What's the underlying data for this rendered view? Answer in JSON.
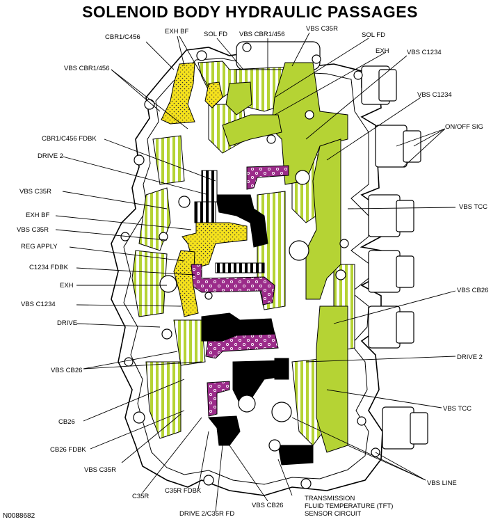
{
  "title": "SOLENOID BODY HYDRAULIC PASSAGES",
  "figure_code": "N0088682",
  "colors": {
    "green": "#b5d334",
    "yellow": "#f6e21c",
    "purple": "#9b2c8a",
    "black": "#000000"
  },
  "labels": {
    "cbr1_c456_top": "CBR1/C456",
    "exh_bf_top": "EXH BF",
    "sol_fd_top": "SOL FD",
    "vbs_cbr1_456_top": "VBS CBR1/456",
    "vbs_c35r_top": "VBS C35R",
    "sol_fd_right": "SOL FD",
    "exh_right": "EXH",
    "vbs_c1234_top": "VBS C1234",
    "vbs_cbr1_456_left": "VBS CBR1/456",
    "vbs_c1234_right": "VBS C1234",
    "on_off_sig": "ON/OFF SIG",
    "cbr1_c456_fdbk": "CBR1/C456 FDBK",
    "drive_2_left": "DRIVE 2",
    "vbs_c35r_left1": "VBS C35R",
    "exh_bf_left": "EXH BF",
    "vbs_c35r_left2": "VBS C35R",
    "reg_apply": "REG APPLY",
    "c1234_fdbk": "C1234 FDBK",
    "exh_left": "EXH",
    "vbs_c1234_left": "VBS C1234",
    "drive_left": "DRIVE",
    "vbs_cb26_left": "VBS CB26",
    "cb26": "CB26",
    "cb26_fdbk": "CB26 FDBK",
    "vbs_c35r_bottom": "VBS C35R",
    "c35r": "C35R",
    "c35r_fdbk": "C35R FDBK",
    "drive2_c35r_fd": "DRIVE 2/C35R FD",
    "vbs_cb26_bottom": "VBS CB26",
    "vbs_tcc_right": "VBS TCC",
    "vbs_cb26_right": "VBS CB26",
    "drive_2_right": "DRIVE 2",
    "vbs_tcc_bottom": "VBS TCC",
    "vbs_line": "VBS LINE",
    "tft_line1": "TRANSMISSION",
    "tft_line2": "FLUID TEMPERATURE (TFT)",
    "tft_line3": "SENSOR CIRCUIT"
  }
}
